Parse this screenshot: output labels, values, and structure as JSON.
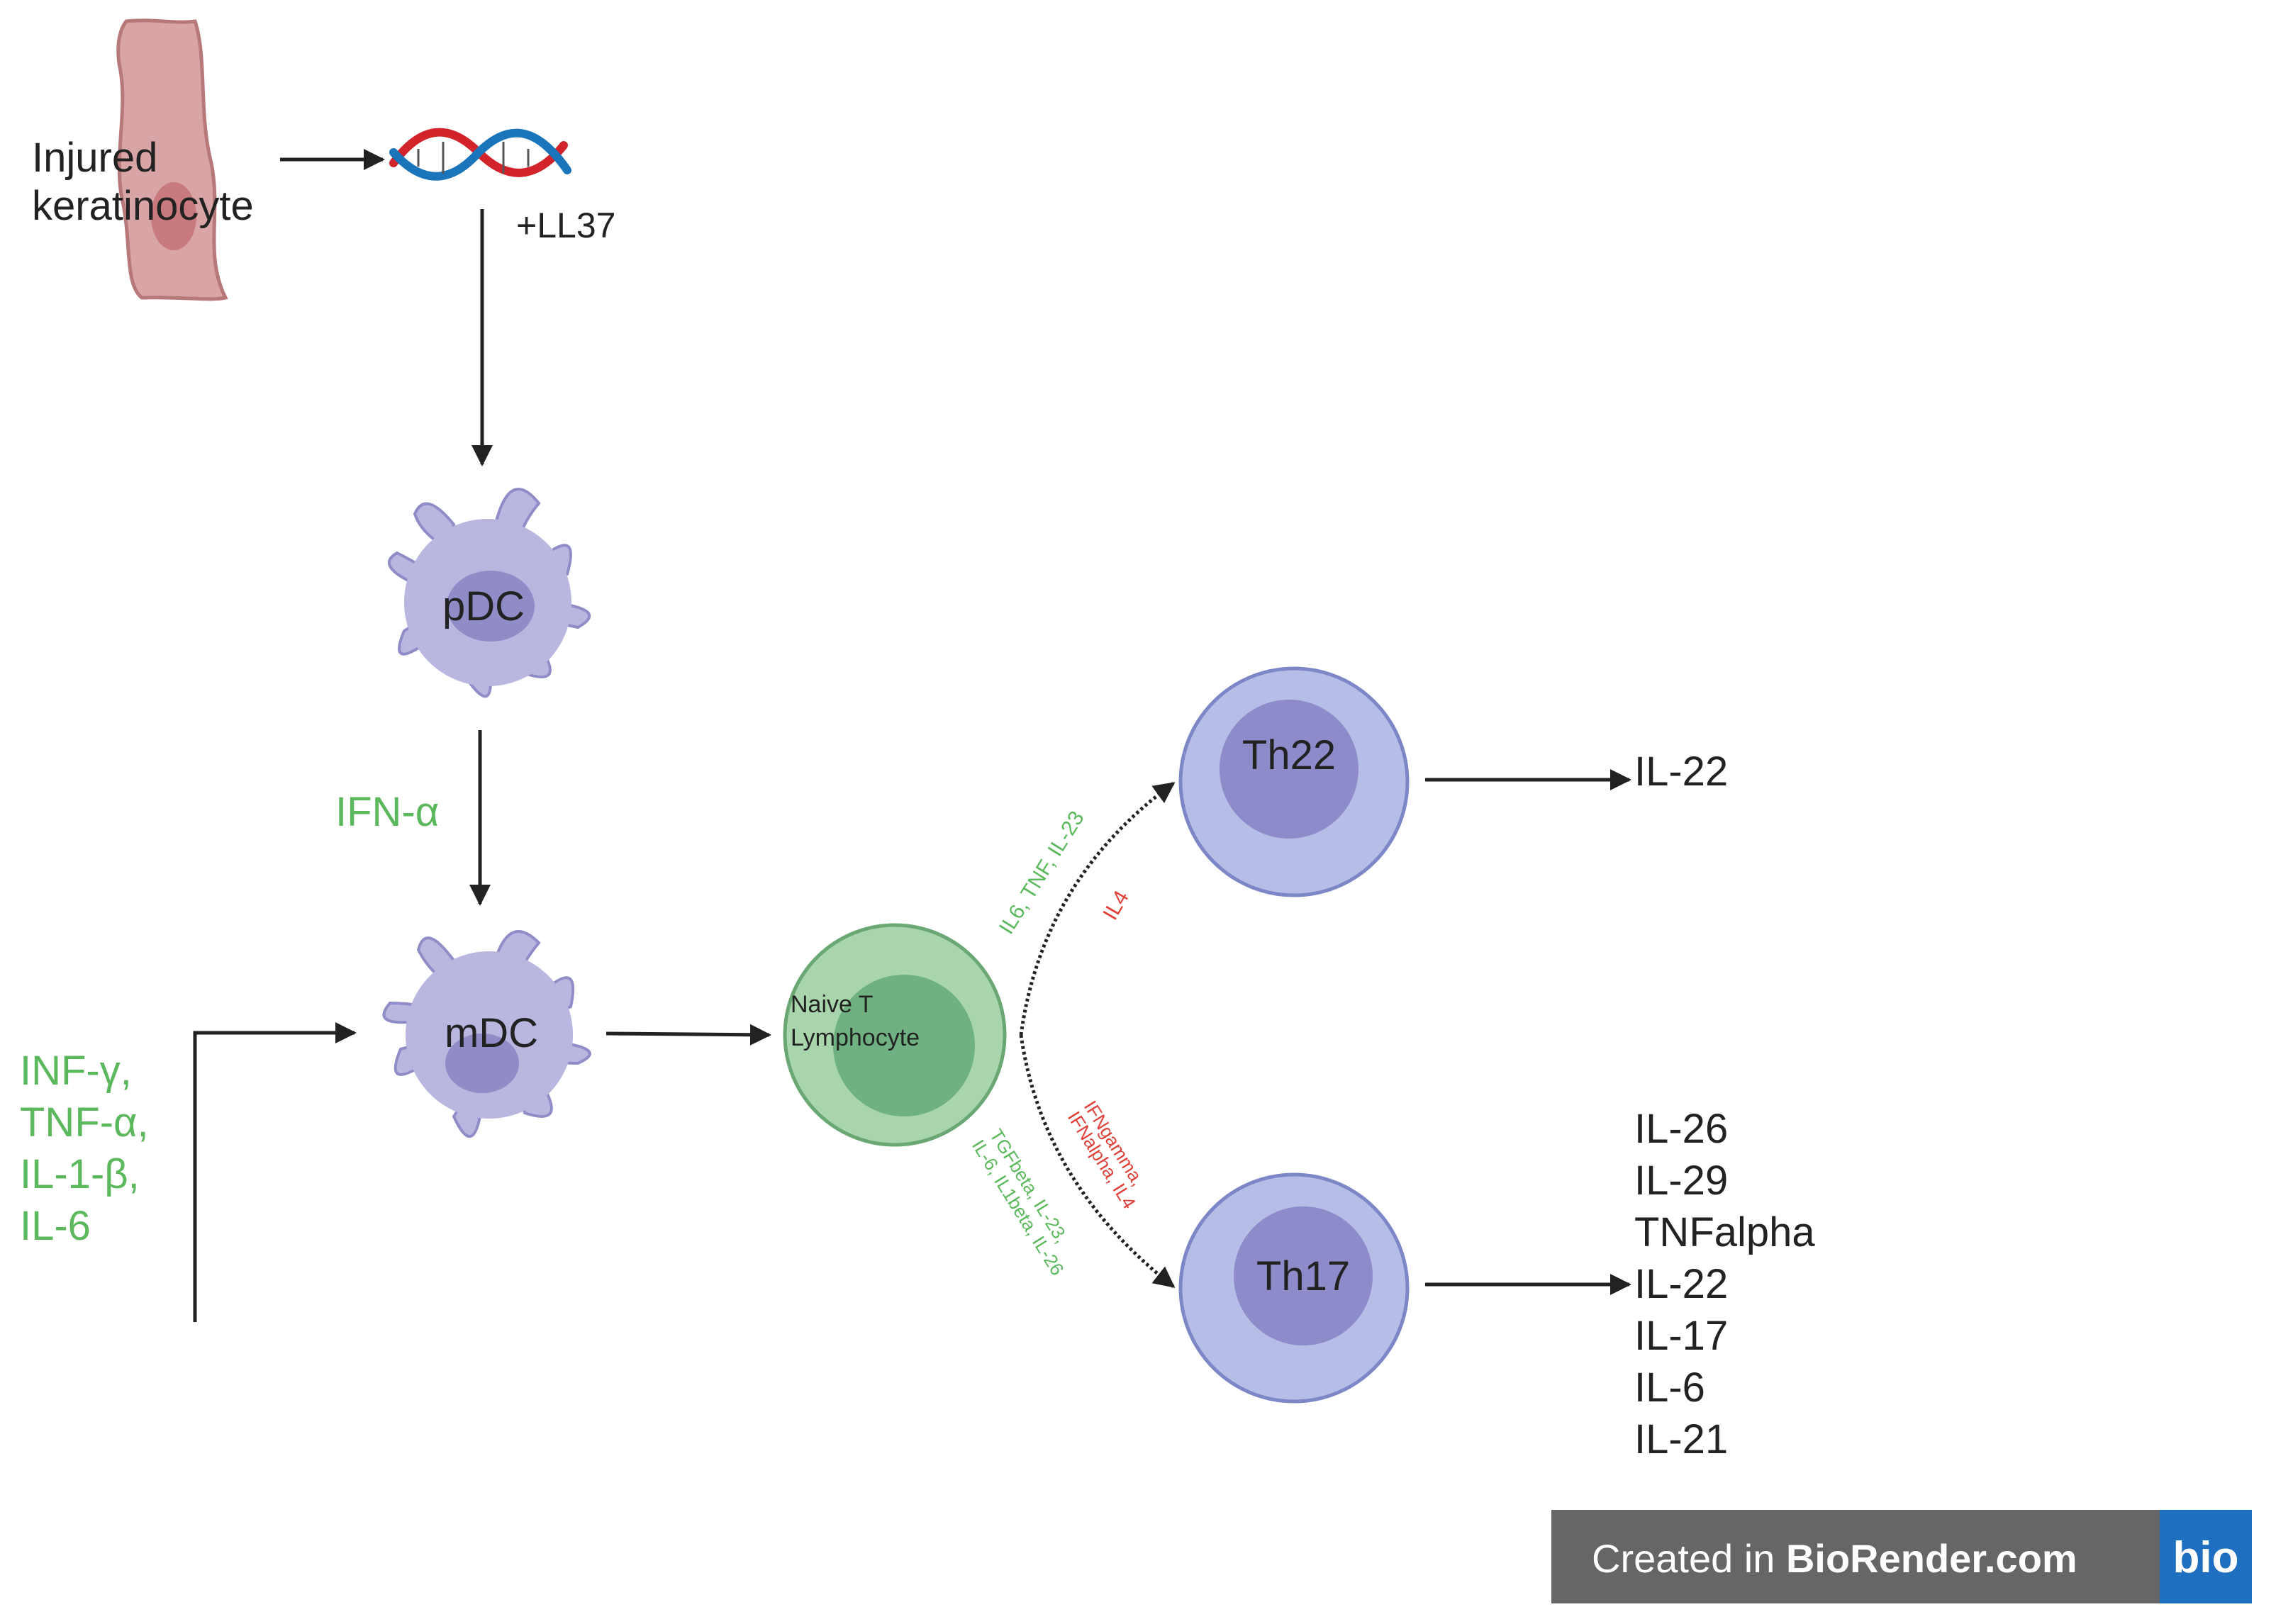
{
  "colors": {
    "arrow": "#222222",
    "keratinocyte": "#d8a4a6",
    "keratinocyte_nucleus": "#c87a7e",
    "dendritic_cell": "#b9b6e0",
    "dendritic_nucleus": "#8f8cc8",
    "naive_t_outer": "#a9d5ad",
    "naive_t_inner": "#6fb181",
    "th_outer": "#b6bde6",
    "th_inner": "#8e8bca",
    "green_label": "#5cb85c",
    "red_label": "#e0403a",
    "dna_red": "#d2232a",
    "dna_blue": "#1b75bb",
    "watermark_bg": "#666666",
    "watermark_logo_bg": "#1f6fc0"
  },
  "keratinocyte": {
    "line1": "Injured",
    "line2": "keratinocyte"
  },
  "dna_label": "+LL37",
  "pdc_label": "pDC",
  "ifn_label": "IFN-α",
  "mdc_label": "mDC",
  "stimuli": [
    "INF-γ,",
    "TNF-α,",
    "IL-1-β,",
    "IL-6"
  ],
  "naive": {
    "line1": "Naive T",
    "line2": "Lymphocyte"
  },
  "upper_branch": {
    "promote": "IL6, TNF, IL-23",
    "inhibit": "IL4"
  },
  "lower_branch": {
    "inhibit_line1": "IFNgamma,",
    "inhibit_line2": "IFNalpha, IL4",
    "promote_line1": "TGFbeta, IL-23,",
    "promote_line2": "IL-6, IL1beta, IL-26"
  },
  "th22": {
    "label": "Th22",
    "outputs": [
      "IL-22"
    ]
  },
  "th17": {
    "label": "Th17",
    "outputs": [
      "IL-26",
      "IL-29",
      "TNFalpha",
      "IL-22",
      "IL-17",
      "IL-6",
      "IL-21"
    ]
  },
  "watermark": {
    "prefix": "Created in ",
    "brand": "BioRender.com",
    "logo": "bio"
  }
}
